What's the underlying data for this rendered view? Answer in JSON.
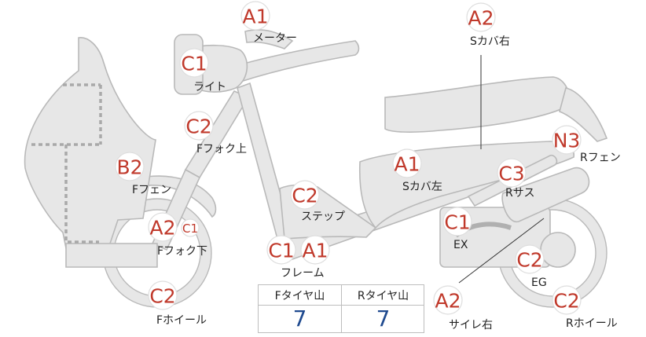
{
  "parts": [
    {
      "key": "meter",
      "label": "メーター",
      "grade": "A1"
    },
    {
      "key": "light",
      "label": "ライト",
      "grade": "C1"
    },
    {
      "key": "ffork_upper",
      "label": "Fフォク上",
      "grade": "C2"
    },
    {
      "key": "ffender",
      "label": "Fフェン",
      "grade": "B2"
    },
    {
      "key": "ffork_lower",
      "label": "Fフォク下",
      "grade": "A2",
      "extra_grade": "C1"
    },
    {
      "key": "fwheel",
      "label": "Fホイール",
      "grade": "C2"
    },
    {
      "key": "frame",
      "label": "フレーム",
      "grade": "C1",
      "extra_grade": "A1"
    },
    {
      "key": "step",
      "label": "ステップ",
      "grade": "C2"
    },
    {
      "key": "scover_left",
      "label": "Sカバ左",
      "grade": "A1"
    },
    {
      "key": "scover_right",
      "label": "Sカバ右",
      "grade": "A2"
    },
    {
      "key": "rfender",
      "label": "Rフェン",
      "grade": "N3"
    },
    {
      "key": "rsus",
      "label": "Rサス",
      "grade": "C3"
    },
    {
      "key": "ex",
      "label": "EX",
      "grade": "C1"
    },
    {
      "key": "eg",
      "label": "EG",
      "grade": "C2"
    },
    {
      "key": "silencer_right",
      "label": "サイレ右",
      "grade": "A2"
    },
    {
      "key": "rwheel",
      "label": "Rホイール",
      "grade": "C2"
    }
  ],
  "tread": {
    "front_label": "Fタイヤ山",
    "rear_label": "Rタイヤ山",
    "front_value": "7",
    "rear_value": "7"
  },
  "colors": {
    "grade_text": "#c0392b",
    "tread_value": "#1f4a8f",
    "body_fill": "#e7e7e7",
    "body_stroke": "#b9b9b9"
  }
}
